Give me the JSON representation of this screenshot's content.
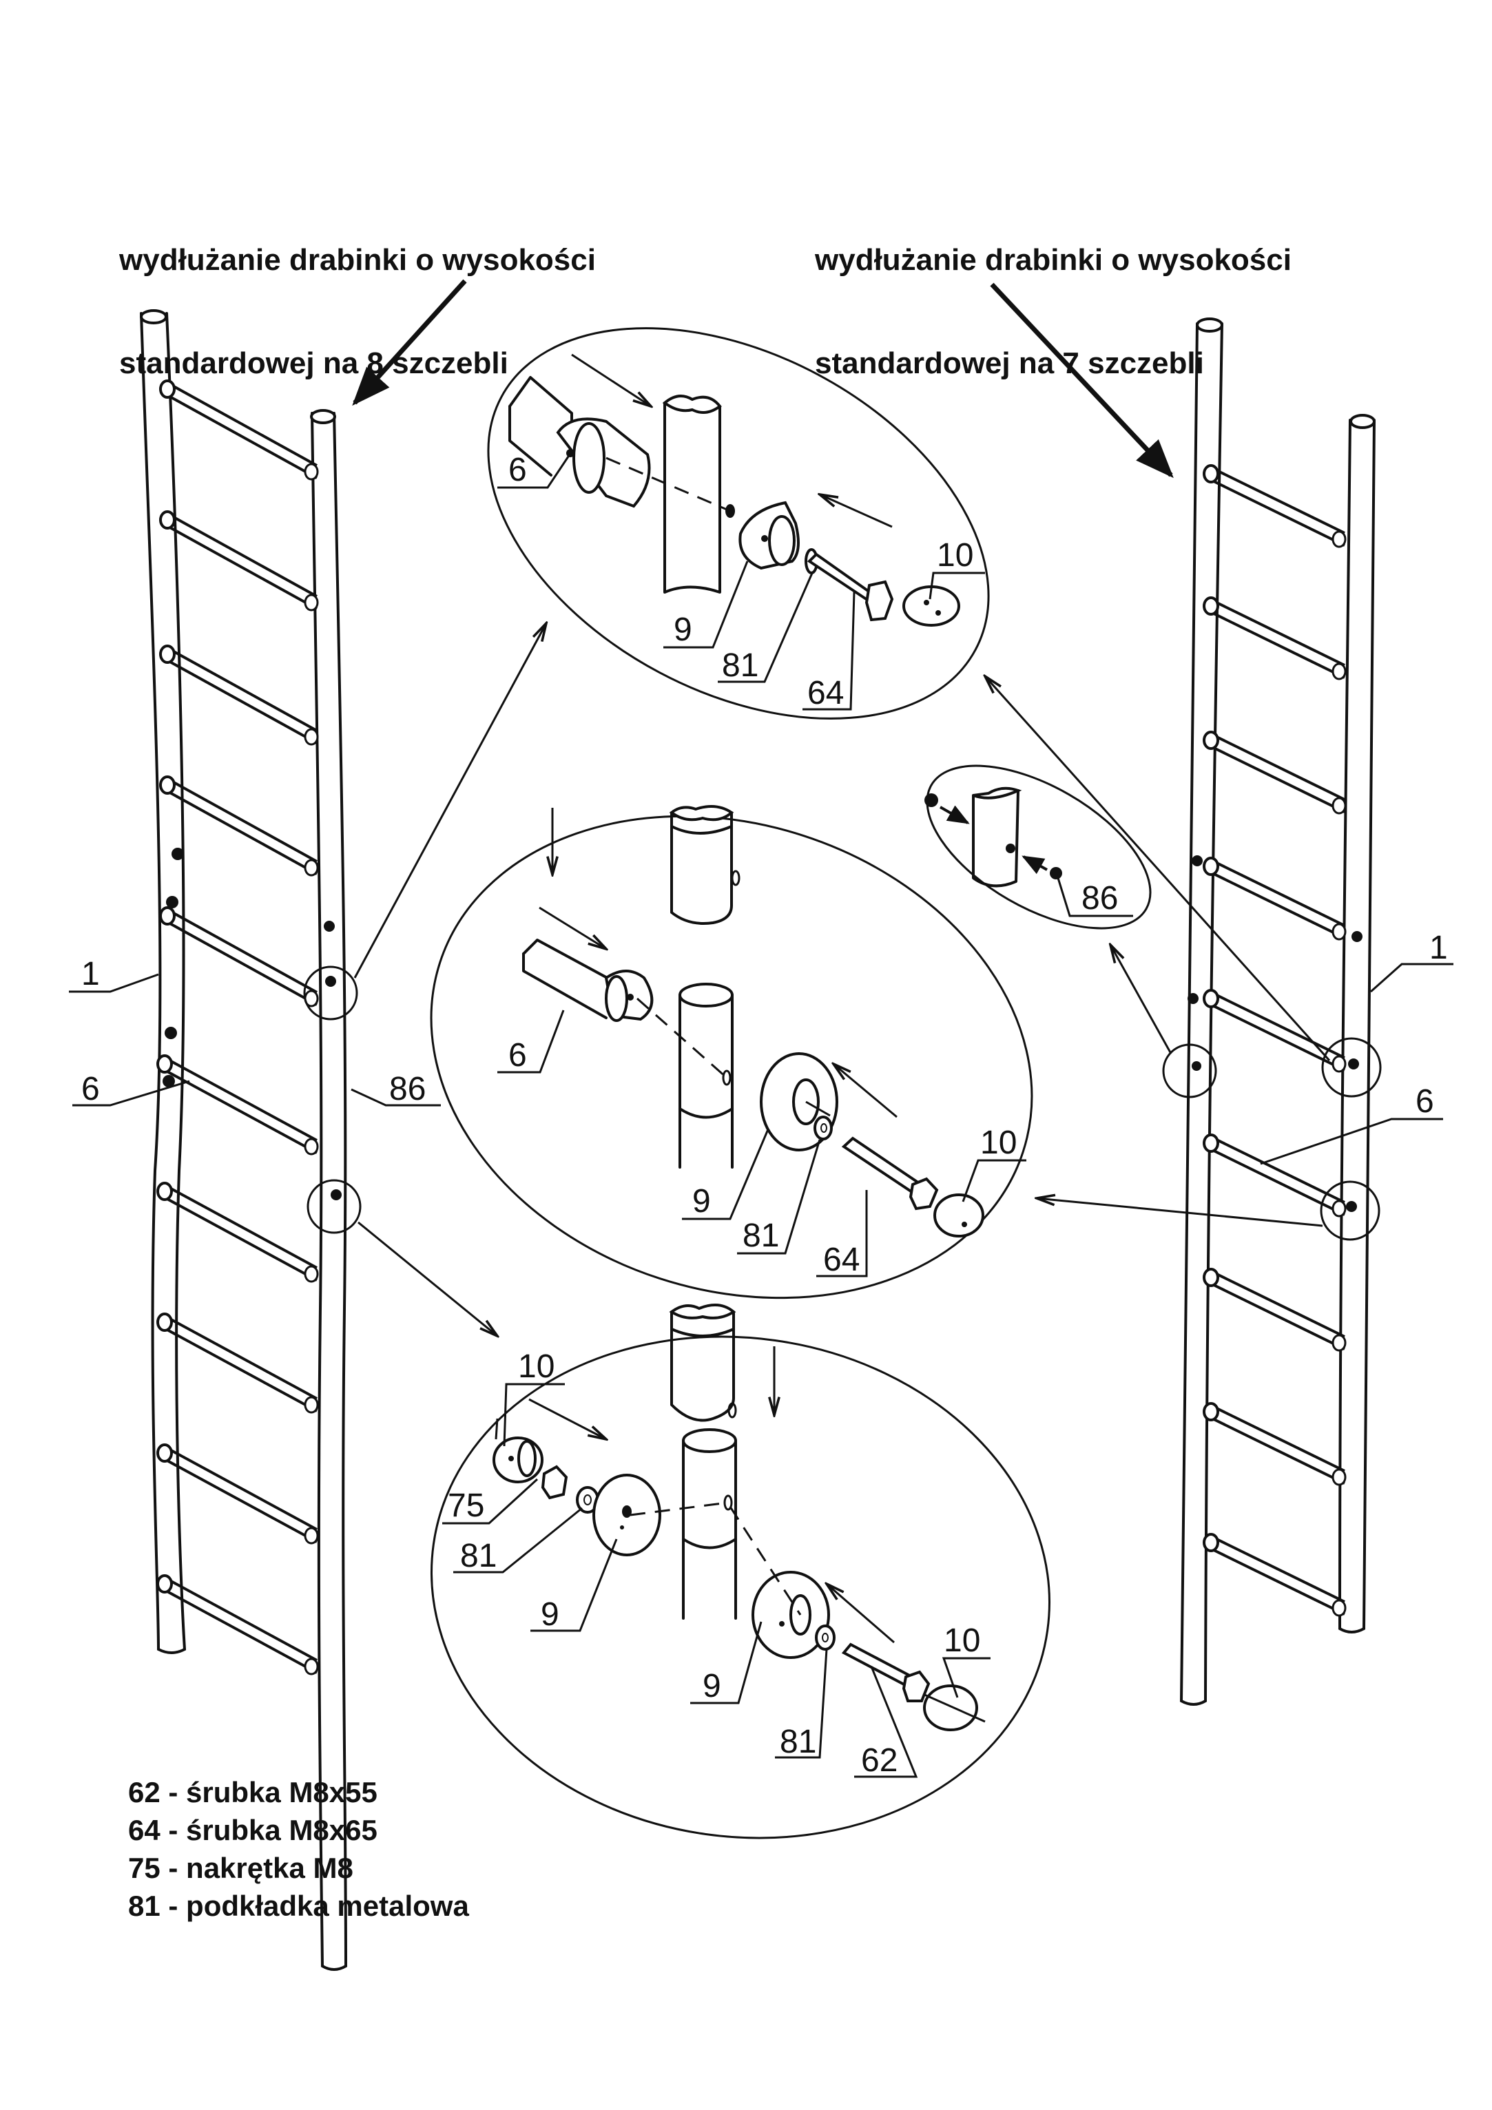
{
  "headings": {
    "left": {
      "line1": "wydłużanie drabinki o wysokości",
      "line2": "standardowej na 8 szczebli"
    },
    "right": {
      "line1": "wydłużanie drabinki o wysokości",
      "line2": "standardowej na 7 szczebli"
    }
  },
  "legend": [
    {
      "text": "62 - śrubka M8x55"
    },
    {
      "text": "64 - śrubka M8x65"
    },
    {
      "text": "75 - nakrętka M8"
    },
    {
      "text": "81 - podkładka metalowa"
    }
  ],
  "callouts": {
    "left_ladder": {
      "frame": "1",
      "rung": "6",
      "pin": "86"
    },
    "right_ladder": {
      "frame": "1",
      "rung": "6"
    },
    "detail_top": {
      "rung": "6",
      "bracket": "9",
      "washer": "81",
      "bolt": "64",
      "cap": "10"
    },
    "detail_pin": {
      "pin": "86"
    },
    "detail_middle": {
      "rung": "6",
      "bracket": "9",
      "washer": "81",
      "bolt": "64",
      "cap": "10"
    },
    "detail_bottom": {
      "cap_left": "10",
      "nut": "75",
      "washer_left": "81",
      "bracket_left": "9",
      "bracket_right": "9",
      "washer_right": "81",
      "bolt": "62",
      "cap_right": "10"
    }
  },
  "colors": {
    "ink": "#111111",
    "paper": "#ffffff"
  }
}
